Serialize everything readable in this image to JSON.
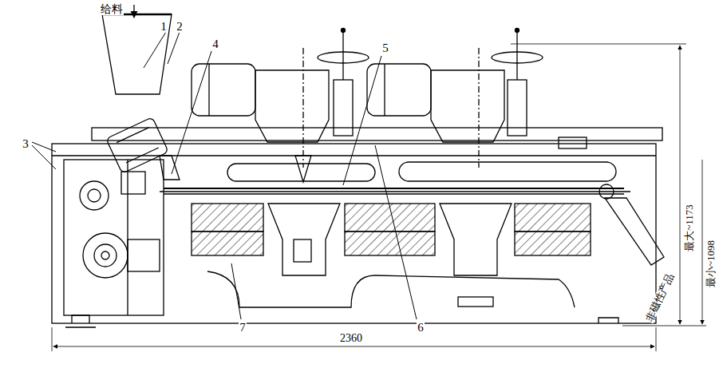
{
  "diagram": {
    "labels": [
      "给料",
      "1",
      "2",
      "3",
      "4",
      "5",
      "6",
      "7",
      "最大~1173",
      "最小~1098",
      "非磁性产品",
      "2360"
    ]
  }
}
